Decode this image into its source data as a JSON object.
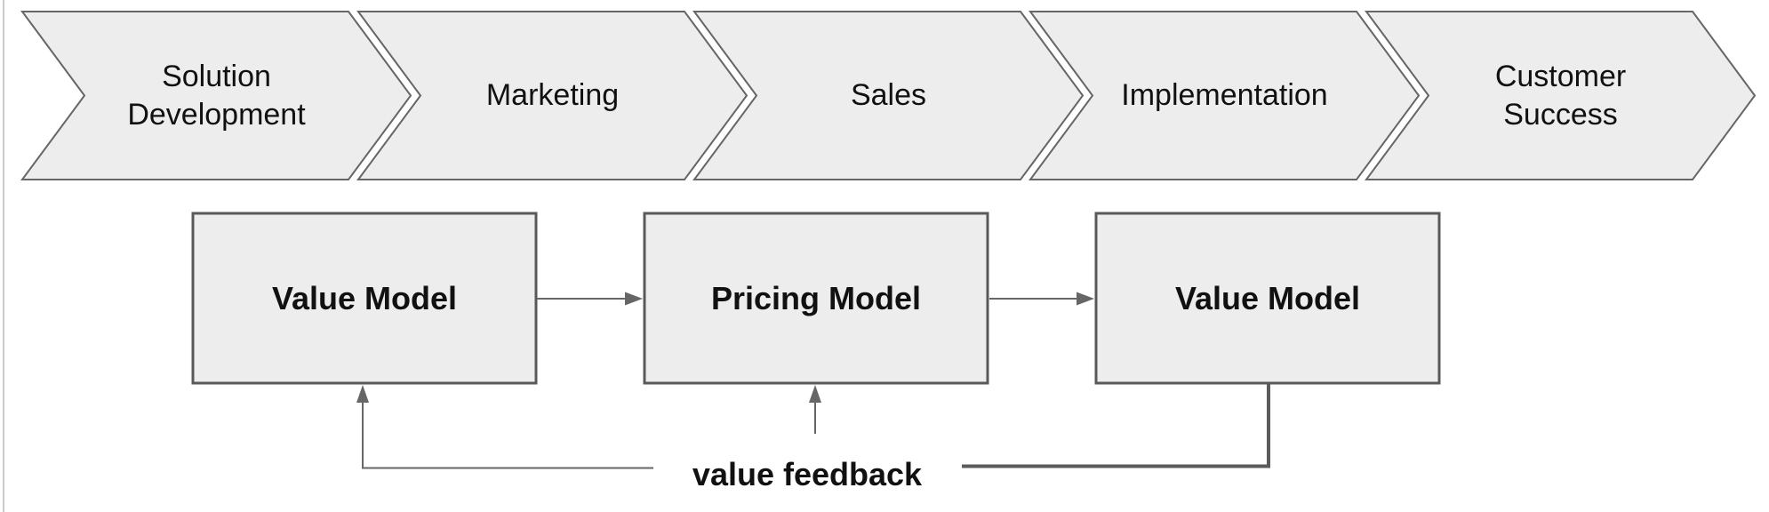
{
  "colors": {
    "canvas_bg": "#ffffff",
    "canvas_border": "#cccccc",
    "shape_fill": "#ededed",
    "shape_stroke": "#666666",
    "box_stroke": "#595959",
    "connector": "#666666",
    "connector_heavy": "#5b5b5b",
    "text_color": "#111111"
  },
  "process_chevrons": [
    {
      "label": "Solution\nDevelopment"
    },
    {
      "label": "Marketing"
    },
    {
      "label": "Sales"
    },
    {
      "label": "Implementation"
    },
    {
      "label": "Customer\nSuccess"
    }
  ],
  "model_boxes": [
    {
      "label": "Value Model"
    },
    {
      "label": "Pricing Model"
    },
    {
      "label": "Value Model"
    }
  ],
  "feedback": {
    "label": "value feedback"
  }
}
